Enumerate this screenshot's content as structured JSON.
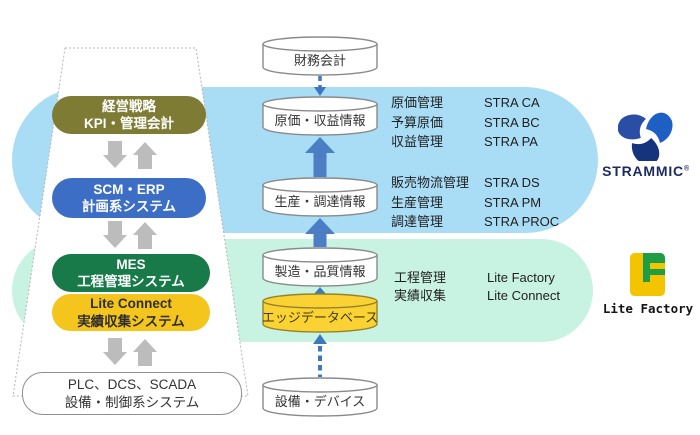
{
  "stack": {
    "layers": [
      {
        "id": "strategy",
        "lines": [
          "経営戦略",
          "KPI・管理会計"
        ],
        "color": "#7e7b34"
      },
      {
        "id": "planning",
        "lines": [
          "SCM・ERP",
          "計画系システム"
        ],
        "color": "#3d6ec5"
      },
      {
        "id": "mes",
        "lines": [
          "MES",
          "工程管理システム"
        ],
        "color": "#177a48"
      },
      {
        "id": "lite_connect",
        "lines": [
          "Lite Connect",
          "実績収集システム"
        ],
        "color": "#f3c51d"
      }
    ],
    "base": {
      "lines": [
        "PLC、DCS、SCADA",
        "設備・制御系システム"
      ]
    }
  },
  "pipeline": {
    "databases": [
      {
        "id": "finance",
        "label": "財務会計"
      },
      {
        "id": "cost",
        "label": "原価・収益情報"
      },
      {
        "id": "production",
        "label": "生産・調達情報"
      },
      {
        "id": "quality",
        "label": "製造・品質情報"
      },
      {
        "id": "edge",
        "label": "エッジデータベース",
        "variant": "yellow"
      },
      {
        "id": "devices",
        "label": "設備・デバイス"
      }
    ]
  },
  "annotations": {
    "groups": [
      {
        "rows": [
          {
            "function": "原価管理",
            "module": "STRA CA"
          },
          {
            "function": "予算原価",
            "module": "STRA BC"
          },
          {
            "function": "収益管理",
            "module": "STRA PA"
          }
        ]
      },
      {
        "rows": [
          {
            "function": "販売物流管理",
            "module": "STRA DS"
          },
          {
            "function": "生産管理",
            "module": "STRA PM"
          },
          {
            "function": "調達管理",
            "module": "STRA PROC"
          }
        ]
      },
      {
        "rows": [
          {
            "function": "工程管理",
            "module": "Lite Factory"
          },
          {
            "function": "実績収集",
            "module": "Lite Connect"
          }
        ]
      }
    ]
  },
  "logos": {
    "strammic": {
      "wordmark": "STRAMMIC",
      "reg": "®"
    },
    "lite_factory": {
      "wordmark": "Lite Factory"
    }
  },
  "colors": {
    "band_blue": "#a9dcf5",
    "band_green": "#c8f3e2",
    "strategy": "#7e7b34",
    "planning": "#3d6ec5",
    "mes": "#177a48",
    "lite_connect_yellow": "#f3c51d",
    "edge_db_yellow": "#fbd233",
    "flow_arrow_blue": "#4b7ec4",
    "gray_arrow": "#bcbcbc",
    "strammic_navy": "#1c2b5f",
    "lf_green": "#1f9d44",
    "lf_yellow": "#f5c400"
  }
}
